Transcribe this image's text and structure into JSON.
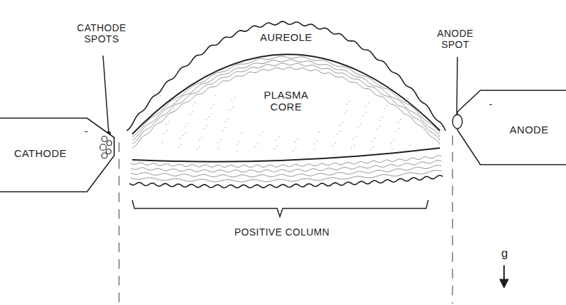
{
  "diagram": {
    "nodes": [
      {
        "text": [
          "-",
          "CATHODE"
        ]
      },
      {
        "text": [
          "AUREOLE"
        ]
      },
      {
        "text": [
          "PLASMA CORE"
        ],
        "in": 1
      },
      {
        "text": [
          "-",
          "ANODE"
        ]
      }
    ],
    "labels": [
      "CATHODE SPOTS",
      "ANODE SPOT",
      "POSITIVE COLUMN",
      "g"
    ]
  }
}
